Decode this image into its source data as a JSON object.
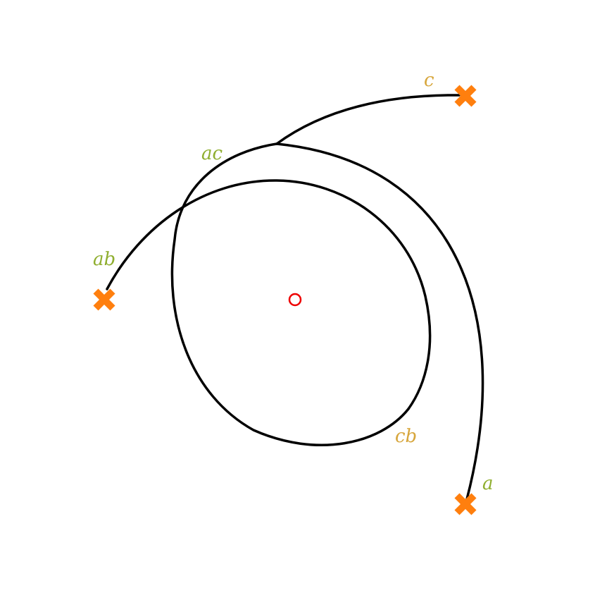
{
  "colors": {
    "curve": "#000000",
    "marker": "#ff7f0e",
    "center": "#ee0000",
    "label_green": "#8fae2f",
    "label_gold": "#d7a63c"
  },
  "markers": [
    {
      "id": "a",
      "icon": "cross-marker-icon"
    },
    {
      "id": "ab",
      "icon": "cross-marker-icon"
    },
    {
      "id": "c",
      "icon": "cross-marker-icon"
    }
  ],
  "center_point": {
    "icon": "open-circle-icon"
  },
  "labels": {
    "a": "a",
    "ab": "ab",
    "ac": "ac",
    "c": "c",
    "cb": "cb"
  }
}
